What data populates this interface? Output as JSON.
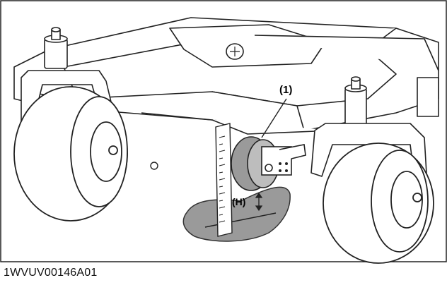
{
  "figure": {
    "callouts": {
      "item_1": "(1)",
      "height": "(H)"
    },
    "figure_id": "1WVUV00146A01"
  }
}
